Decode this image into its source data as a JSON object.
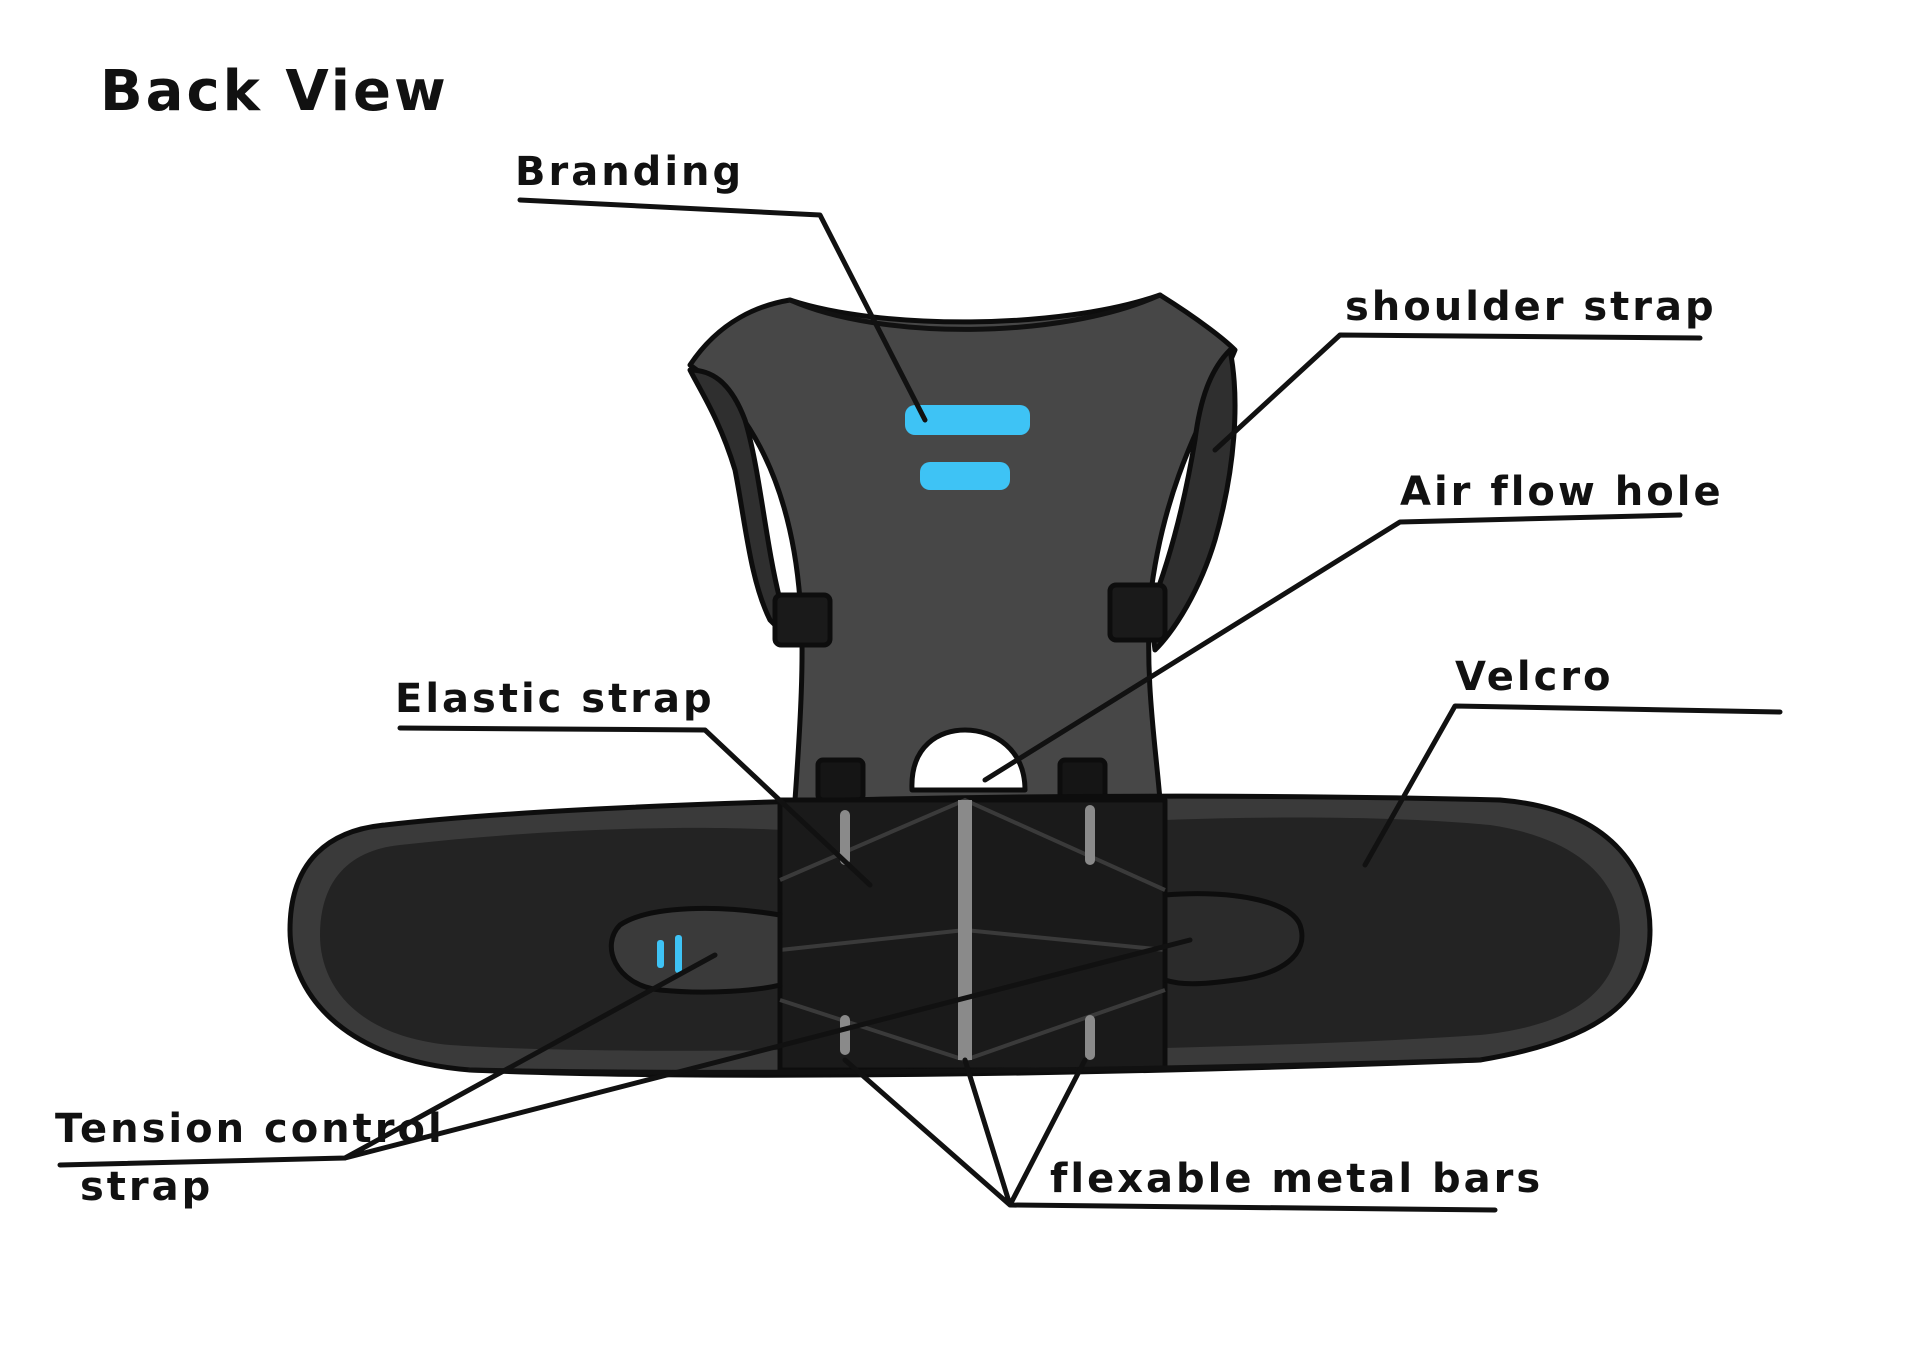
{
  "title": "Back View",
  "labels": {
    "branding": "Branding",
    "shoulder_strap": "shoulder strap",
    "air_flow_hole": "Air flow hole",
    "elastic_strap": "Elastic strap",
    "velcro": "Velcro",
    "tension_control_line1": "Tension control",
    "tension_control_line2": "strap",
    "flexable_metal_bars": "flexable metal bars"
  },
  "colors": {
    "vest": "#474747",
    "strap_dark": "#2a2a2a",
    "belt_inner": "#1f1f1f",
    "accent": "#3ec3f5",
    "outline": "#0d0d0d",
    "metal_bar": "#8a8a8a"
  }
}
